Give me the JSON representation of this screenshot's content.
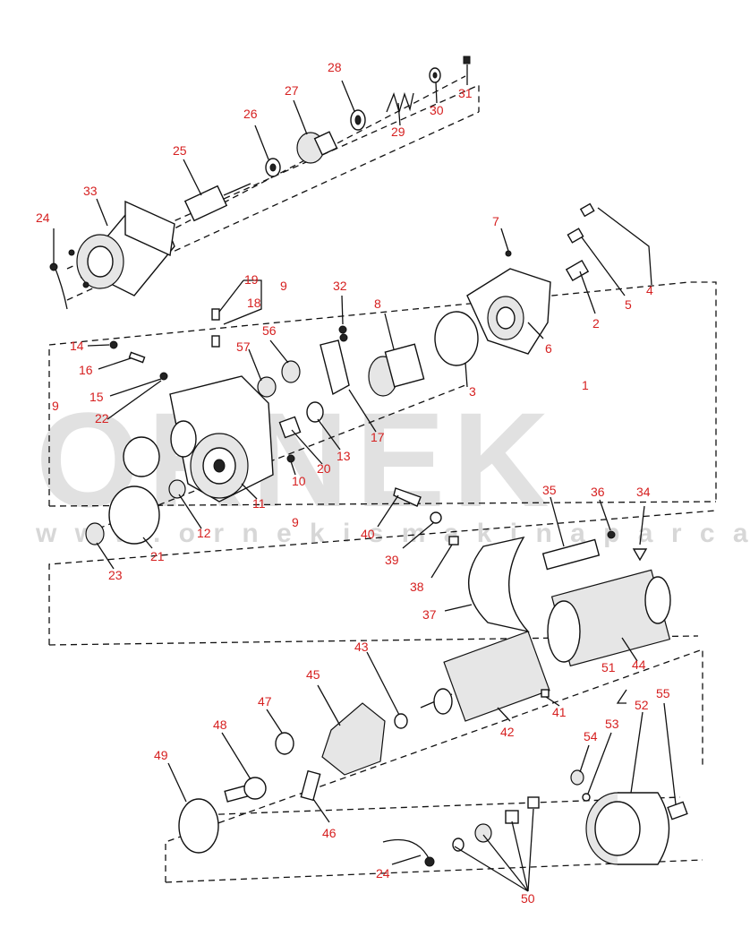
{
  "watermark": {
    "brand": "ORNEK",
    "url": "w w w . o r n e k i s m a k i n a p a r c a l a r i . c o m . t r"
  },
  "labels": {
    "l1": "1",
    "l2": "2",
    "l3": "3",
    "l4": "4",
    "l5": "5",
    "l6": "6",
    "l7": "7",
    "l8": "8",
    "l9a": "9",
    "l9b": "9",
    "l9c": "9",
    "l10": "10",
    "l11": "11",
    "l12": "12",
    "l13": "13",
    "l14": "14",
    "l15": "15",
    "l16": "16",
    "l17": "17",
    "l18": "18",
    "l19": "19",
    "l20": "20",
    "l21": "21",
    "l22": "22",
    "l23": "23",
    "l24a": "24",
    "l24b": "24",
    "l25": "25",
    "l26": "26",
    "l27": "27",
    "l28": "28",
    "l29": "29",
    "l30": "30",
    "l31": "31",
    "l32": "32",
    "l33": "33",
    "l34": "34",
    "l35": "35",
    "l36": "36",
    "l37": "37",
    "l38": "38",
    "l39": "39",
    "l40": "40",
    "l41": "41",
    "l42": "42",
    "l43": "43",
    "l44": "44",
    "l45": "45",
    "l46": "46",
    "l47": "47",
    "l48": "48",
    "l49": "49",
    "l50": "50",
    "l51": "51",
    "l52": "52",
    "l53": "53",
    "l54": "54",
    "l55": "55",
    "l56": "56",
    "l57": "57"
  }
}
